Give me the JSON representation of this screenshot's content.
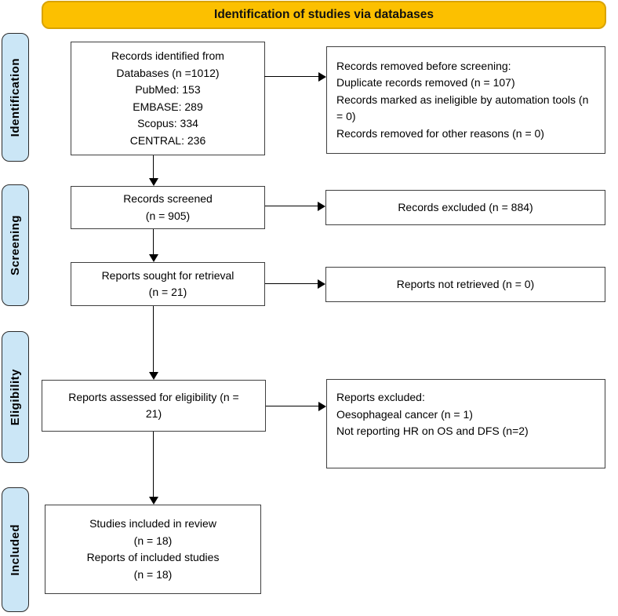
{
  "title_banner": {
    "text": "Identification of studies via databases"
  },
  "colors": {
    "banner_fill": "#FCC000",
    "banner_border": "#D9A300",
    "stage_fill": "#CBE6F6",
    "stage_border": "#2b2b2b",
    "box_border": "#3f3f3f",
    "arrow": "#000000"
  },
  "stages": [
    {
      "label": "Identification"
    },
    {
      "label": "Screening"
    },
    {
      "label": "Eligibility"
    },
    {
      "label": "Included"
    }
  ],
  "boxes": {
    "records_identified": {
      "lines": [
        "Records identified from",
        "Databases (n =1012)",
        "PubMed: 153",
        "EMBASE: 289",
        "Scopus: 334",
        "CENTRAL: 236"
      ]
    },
    "records_removed": {
      "lines": [
        "Records removed before screening:",
        "Duplicate records removed (n = 107)",
        "Records marked as ineligible by automation tools (n = 0)",
        "Records removed for other reasons (n = 0)"
      ]
    },
    "records_screened": {
      "lines": [
        "Records screened",
        "(n = 905)"
      ]
    },
    "records_excluded": {
      "lines": [
        "Records excluded (n = 884)"
      ]
    },
    "reports_sought": {
      "lines": [
        "Reports sought for retrieval",
        "(n = 21)"
      ]
    },
    "reports_not_retrieved": {
      "lines": [
        "Reports not retrieved (n = 0)"
      ]
    },
    "reports_assessed": {
      "lines": [
        "Reports assessed for eligibility (n =",
        "21)"
      ]
    },
    "reports_excluded": {
      "lines": [
        "Reports excluded:",
        "Oesophageal cancer (n = 1)",
        "Not reporting HR on OS and DFS (n=2)"
      ]
    },
    "studies_included": {
      "lines": [
        "Studies included in review",
        "(n = 18)",
        "Reports of included studies",
        "(n = 18)"
      ]
    }
  }
}
